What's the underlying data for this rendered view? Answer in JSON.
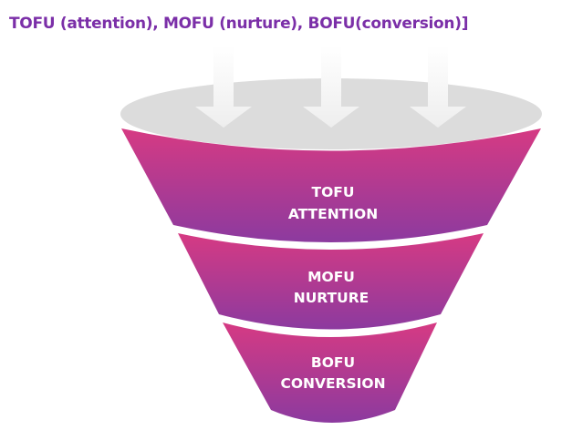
{
  "title": "TOFU (attention), MOFU (nurture), BOFU(conversion)]",
  "colors": {
    "title": "#7b2fa8",
    "top": "#d63a83",
    "bottom": "#8e3a9e",
    "rim": "#dcdcdc",
    "arrow": "#f2f2f2"
  },
  "stages": [
    {
      "line1": "TOFU",
      "line2": "ATTENTION"
    },
    {
      "line1": "MOFU",
      "line2": "NURTURE"
    },
    {
      "line1": "BOFU",
      "line2": "CONVERSION"
    }
  ]
}
